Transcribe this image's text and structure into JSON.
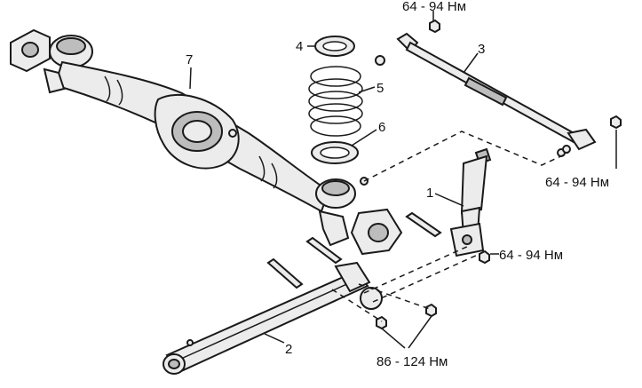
{
  "callouts": {
    "shock_absorber": "1",
    "trailing_arm": "2",
    "lateral_rod": "3",
    "upper_spring_seat": "4",
    "coil_spring": "5",
    "lower_spring_seat": "6",
    "rear_axle_beam": "7"
  },
  "torques": {
    "lateral_rod_top": "64 - 94 Нм",
    "lateral_rod_end": "64 - 94 Нм",
    "shock_lower": "64 - 94 Нм",
    "trailing_arm_bolts": "86 - 124 Нм"
  }
}
